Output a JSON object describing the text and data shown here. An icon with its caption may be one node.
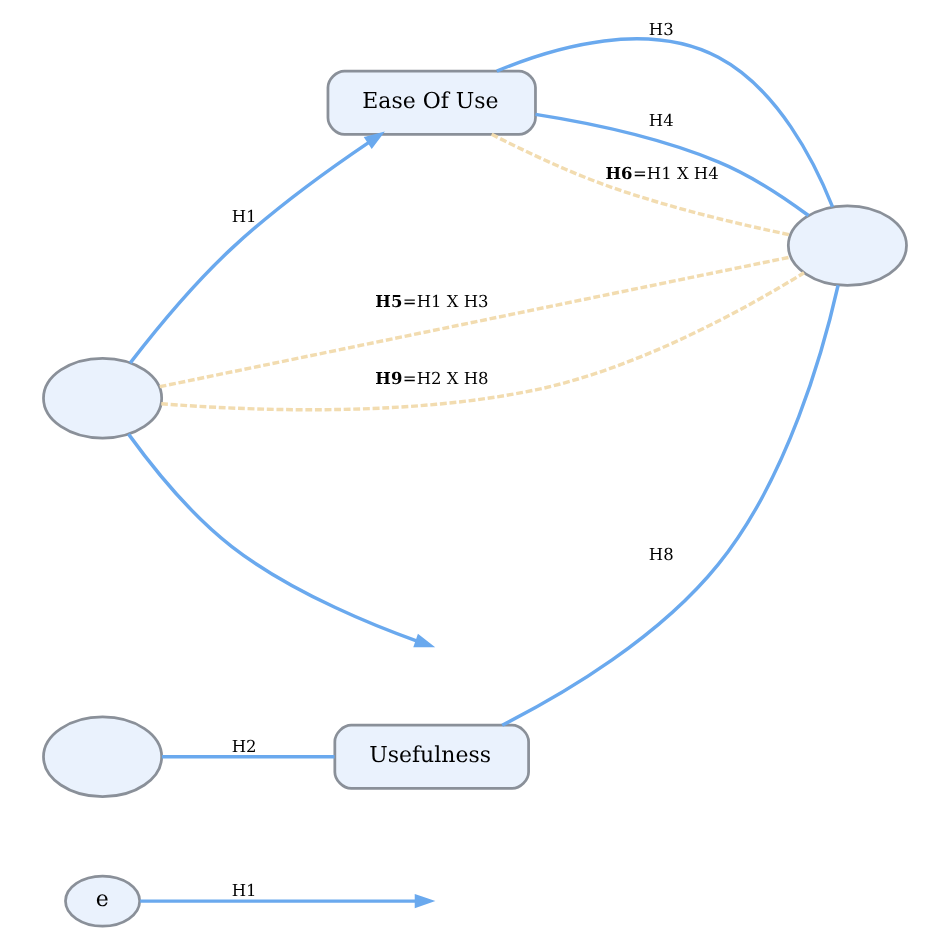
{
  "diagram": {
    "nodes": [
      {
        "text": [
          "e"
        ]
      },
      {
        "text": [],
        "shape": "ellipse"
      },
      {
        "text": [
          "Ease Of Use"
        ]
      },
      {
        "text": [],
        "shape": "ellipse"
      },
      {
        "text": [
          "Usefulness"
        ]
      },
      {
        "text": [],
        "shape": "ellipse"
      }
    ],
    "edges": [
      {
        "from": 1,
        "to": 2,
        "arrow": "to",
        "label": "H1"
      },
      {
        "from": 0,
        "to": null,
        "arrow": "to",
        "label": "H1"
      },
      {
        "from": 1,
        "to": null,
        "arrow": "to"
      },
      {
        "from": 5,
        "to": 4,
        "arrow": "none",
        "label": "H2"
      },
      {
        "from": 2,
        "to": 3,
        "arrow": "none",
        "label": "H3"
      },
      {
        "from": 2,
        "to": 3,
        "arrow": "none",
        "label": "H4"
      },
      {
        "from": 1,
        "to": 3,
        "arrow": "none",
        "label": "**H5**=H1 X H3",
        "style": "dashed",
        "color": "#f2dcb0"
      },
      {
        "from": 2,
        "to": 3,
        "arrow": "none",
        "label": "**H6**=H1 X H4",
        "style": "dashed",
        "color": "#f2dcb0"
      },
      {
        "from": 1,
        "to": 3,
        "arrow": "none",
        "label": "**H9**=H2 X H8",
        "style": "dashed",
        "color": "#f2dcb0"
      },
      {
        "from": 4,
        "to": 3,
        "arrow": "none",
        "label": "H8"
      }
    ]
  }
}
